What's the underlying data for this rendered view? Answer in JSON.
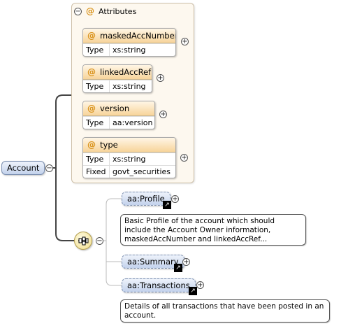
{
  "attributes": {
    "header": "Attributes",
    "items": [
      {
        "name": "maskedAccNumber",
        "rows": [
          {
            "key": "Type",
            "value": "xs:string"
          }
        ]
      },
      {
        "name": "linkedAccRef",
        "rows": [
          {
            "key": "Type",
            "value": "xs:string"
          }
        ]
      },
      {
        "name": "version",
        "rows": [
          {
            "key": "Type",
            "value": "aa:version"
          }
        ]
      },
      {
        "name": "type",
        "rows": [
          {
            "key": "Type",
            "value": "xs:string"
          },
          {
            "key": "Fixed",
            "value": "govt_securities"
          }
        ]
      }
    ]
  },
  "root": {
    "name": "Account"
  },
  "sequence": {
    "children": [
      {
        "name": "aa:Profile",
        "doc": "Basic Profile of the account which should include the Account Owner information, maskedAccNumber and linkedAccRef..."
      },
      {
        "name": "aa:Summary"
      },
      {
        "name": "aa:Transactions",
        "doc": "Details of all transactions that have been posted in an account."
      }
    ]
  },
  "symbols": {
    "at": "@",
    "collapse": "−",
    "expand": "+",
    "ref_arrow": "↗"
  },
  "colors": {
    "attr_header": "#f7d49a",
    "element": "#c3d2ec",
    "sequence": "#efdc8c"
  }
}
